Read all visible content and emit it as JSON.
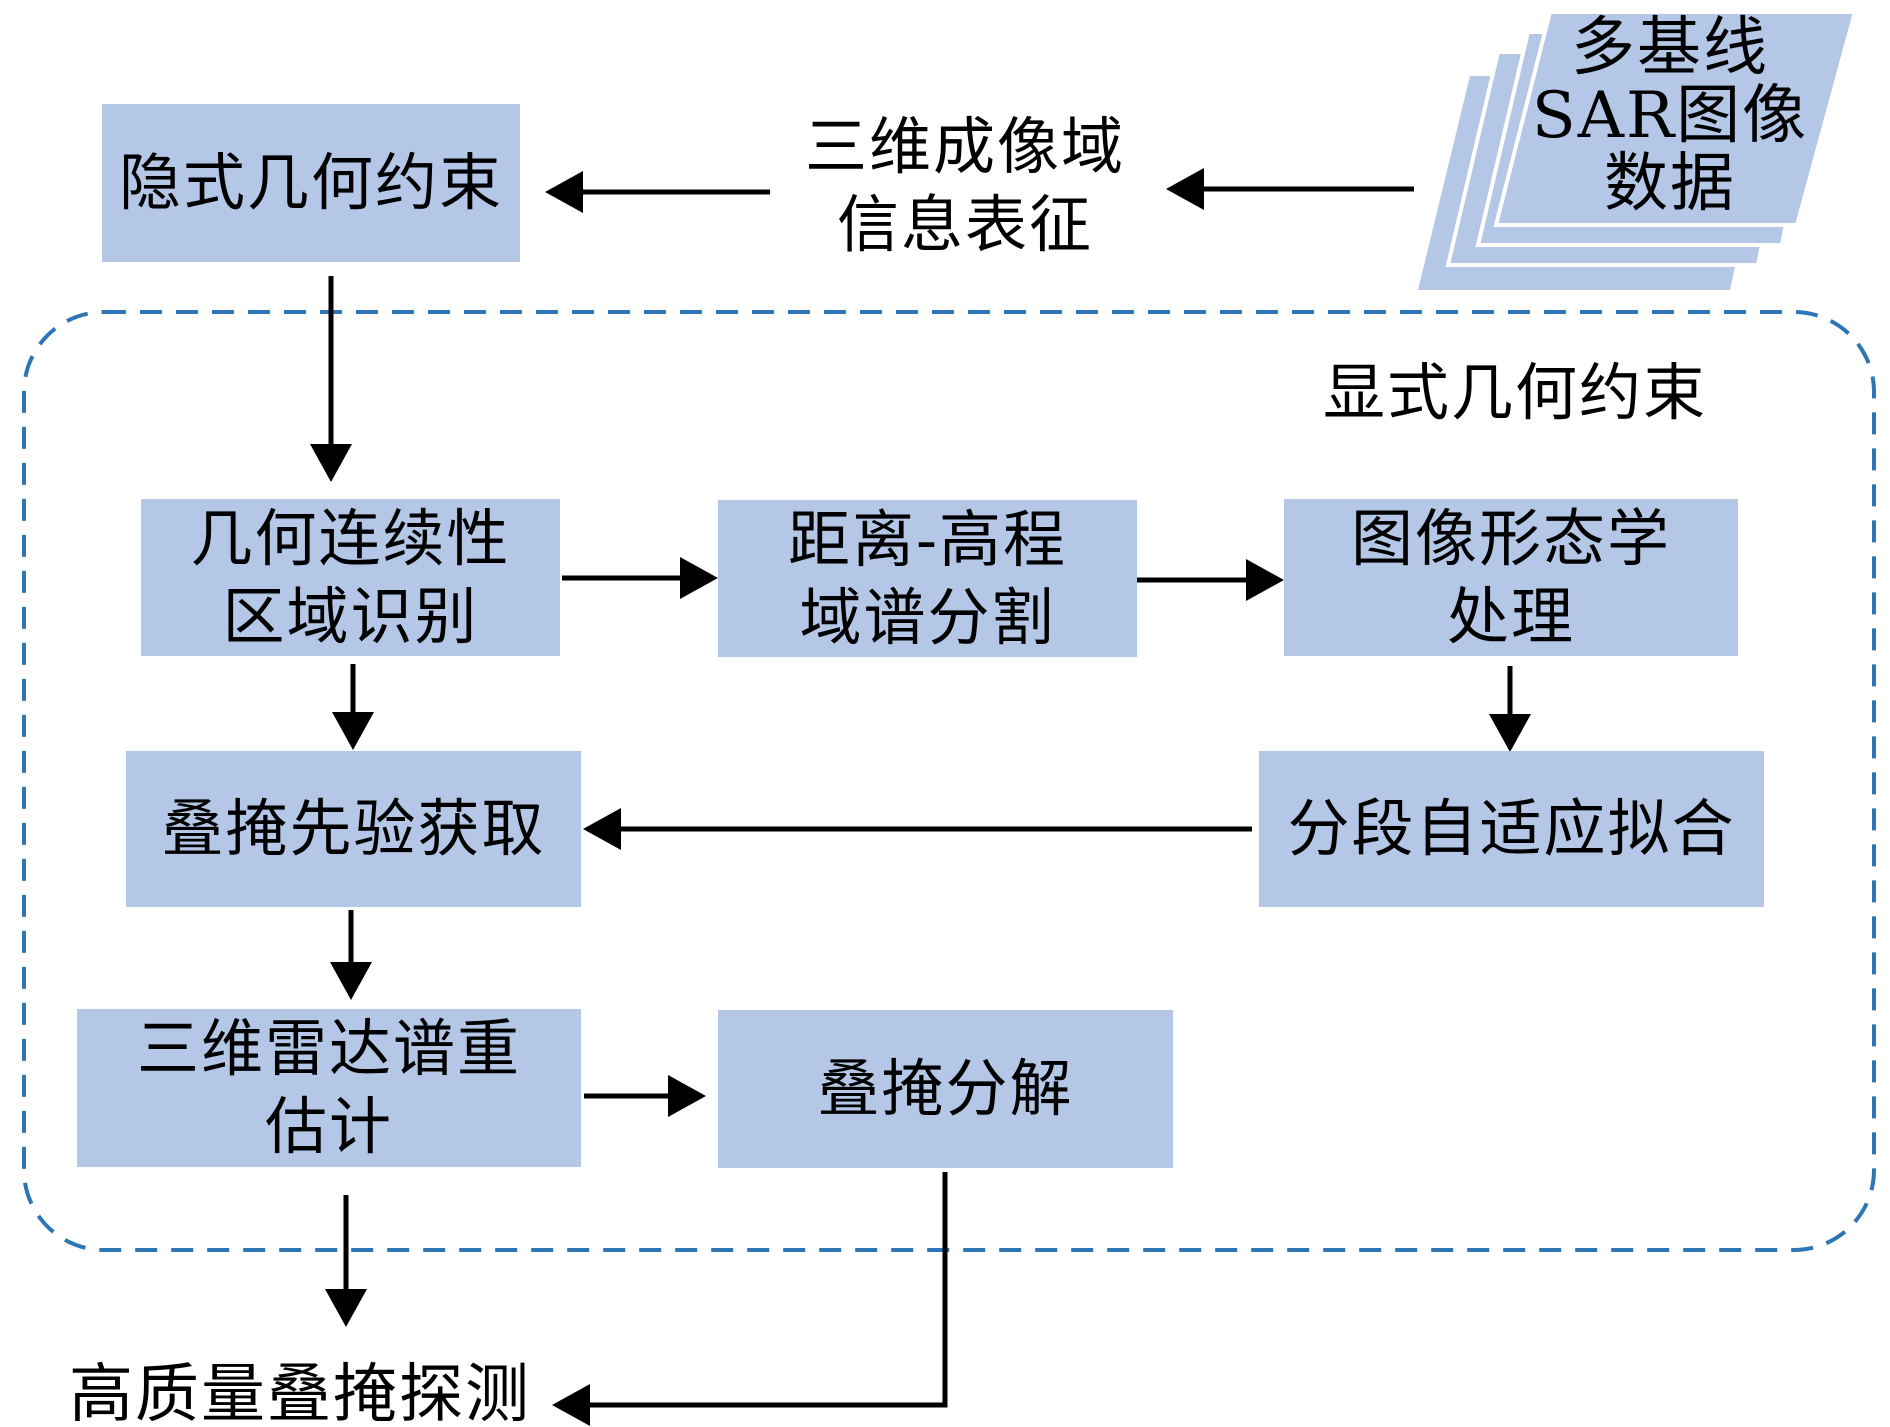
{
  "colors": {
    "box_fill": "#b4c7e7",
    "dashed_border": "#2e75b6",
    "arrow": "#000000"
  },
  "source": {
    "line1": "多基线",
    "line2": "SAR图像",
    "line3": "数据"
  },
  "representation": {
    "line1": "三维成像域",
    "line2": "信息表征"
  },
  "implicit": {
    "label": "隐式几何约束"
  },
  "explicit_group": {
    "title": "显式几何约束"
  },
  "nodes": {
    "continuity": {
      "line1": "几何连续性",
      "line2": "区域识别"
    },
    "segmentation": {
      "line1": "距离-高程",
      "line2": "域谱分割"
    },
    "morphology": {
      "line1": "图像形态学",
      "line2": "处理"
    },
    "fitting": {
      "label": "分段自适应拟合"
    },
    "prior": {
      "label": "叠掩先验获取"
    },
    "reestimation": {
      "line1": "三维雷达谱重",
      "line2": "估计"
    },
    "decomposition": {
      "label": "叠掩分解"
    }
  },
  "output": {
    "label": "高质量叠掩探测"
  }
}
